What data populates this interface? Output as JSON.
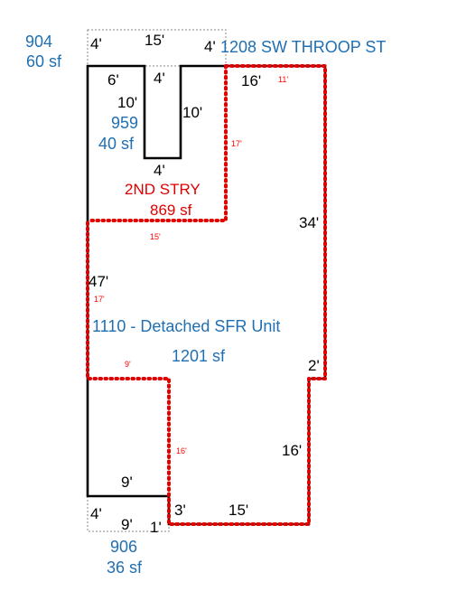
{
  "address": "1208 SW THROOP ST",
  "colors": {
    "blue": "#1f6fb2",
    "red": "#e00000",
    "black": "#000000",
    "dotted_gray": "#7f7f7f"
  },
  "areas": {
    "a904": {
      "code": "904",
      "area": "60 sf"
    },
    "a959": {
      "code": "959",
      "area": "40 sf"
    },
    "second_story": {
      "name": "2ND STRY",
      "area": "869 sf"
    },
    "main": {
      "name": "1110 - Detached SFR Unit",
      "area": "1201 sf"
    },
    "a906": {
      "code": "906",
      "area": "36 sf"
    }
  },
  "dimensions": {
    "top_left_4": "4'",
    "top_15": "15'",
    "top_right_4": "4'",
    "d6": "6'",
    "notch_top_4": "4'",
    "notch_left_10": "10'",
    "notch_right_10": "10'",
    "notch_bottom_4": "4'",
    "d16_top": "16'",
    "d34": "34'",
    "d47": "47'",
    "d2": "2'",
    "d16_right": "16'",
    "d9_top": "9'",
    "d4_bottom": "4'",
    "d9_bottom": "9'",
    "d1": "1'",
    "d3": "3'",
    "d15_bottom": "15'"
  },
  "small_dimensions": {
    "s11": "11'",
    "s17_right": "17'",
    "s15": "15'",
    "s17_left": "17'",
    "s9": "9'",
    "s16": "16'"
  }
}
